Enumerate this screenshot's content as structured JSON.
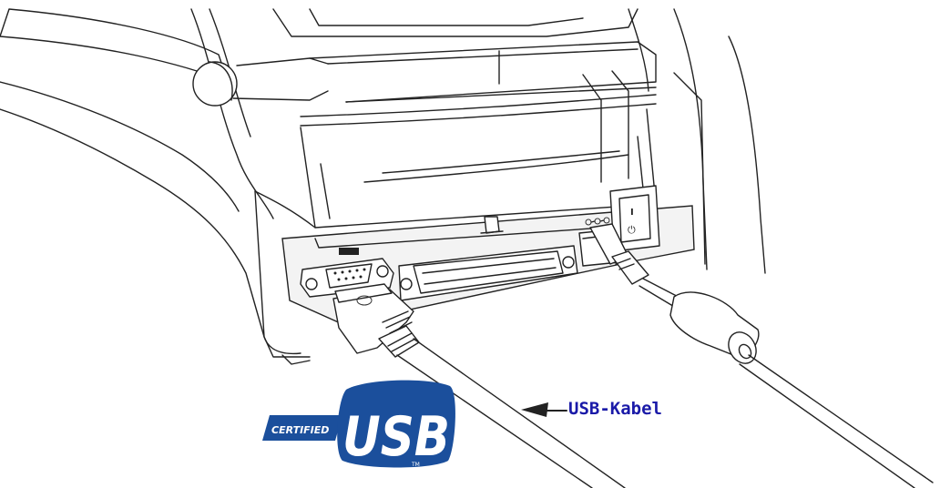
{
  "callout": {
    "label": "USB-Kabel",
    "color": "#1a1aa8"
  },
  "logo": {
    "certified": "CERTIFIED",
    "usb": "USB",
    "tm": "TM",
    "color": "#1b4f9c"
  },
  "switch": {
    "on_symbol": "I",
    "power_symbol": "⏻"
  },
  "icons": [
    "printer-icon",
    "power-dc-icon",
    "usb-plug-icon",
    "serial-port-icon",
    "parallel-port-icon"
  ]
}
